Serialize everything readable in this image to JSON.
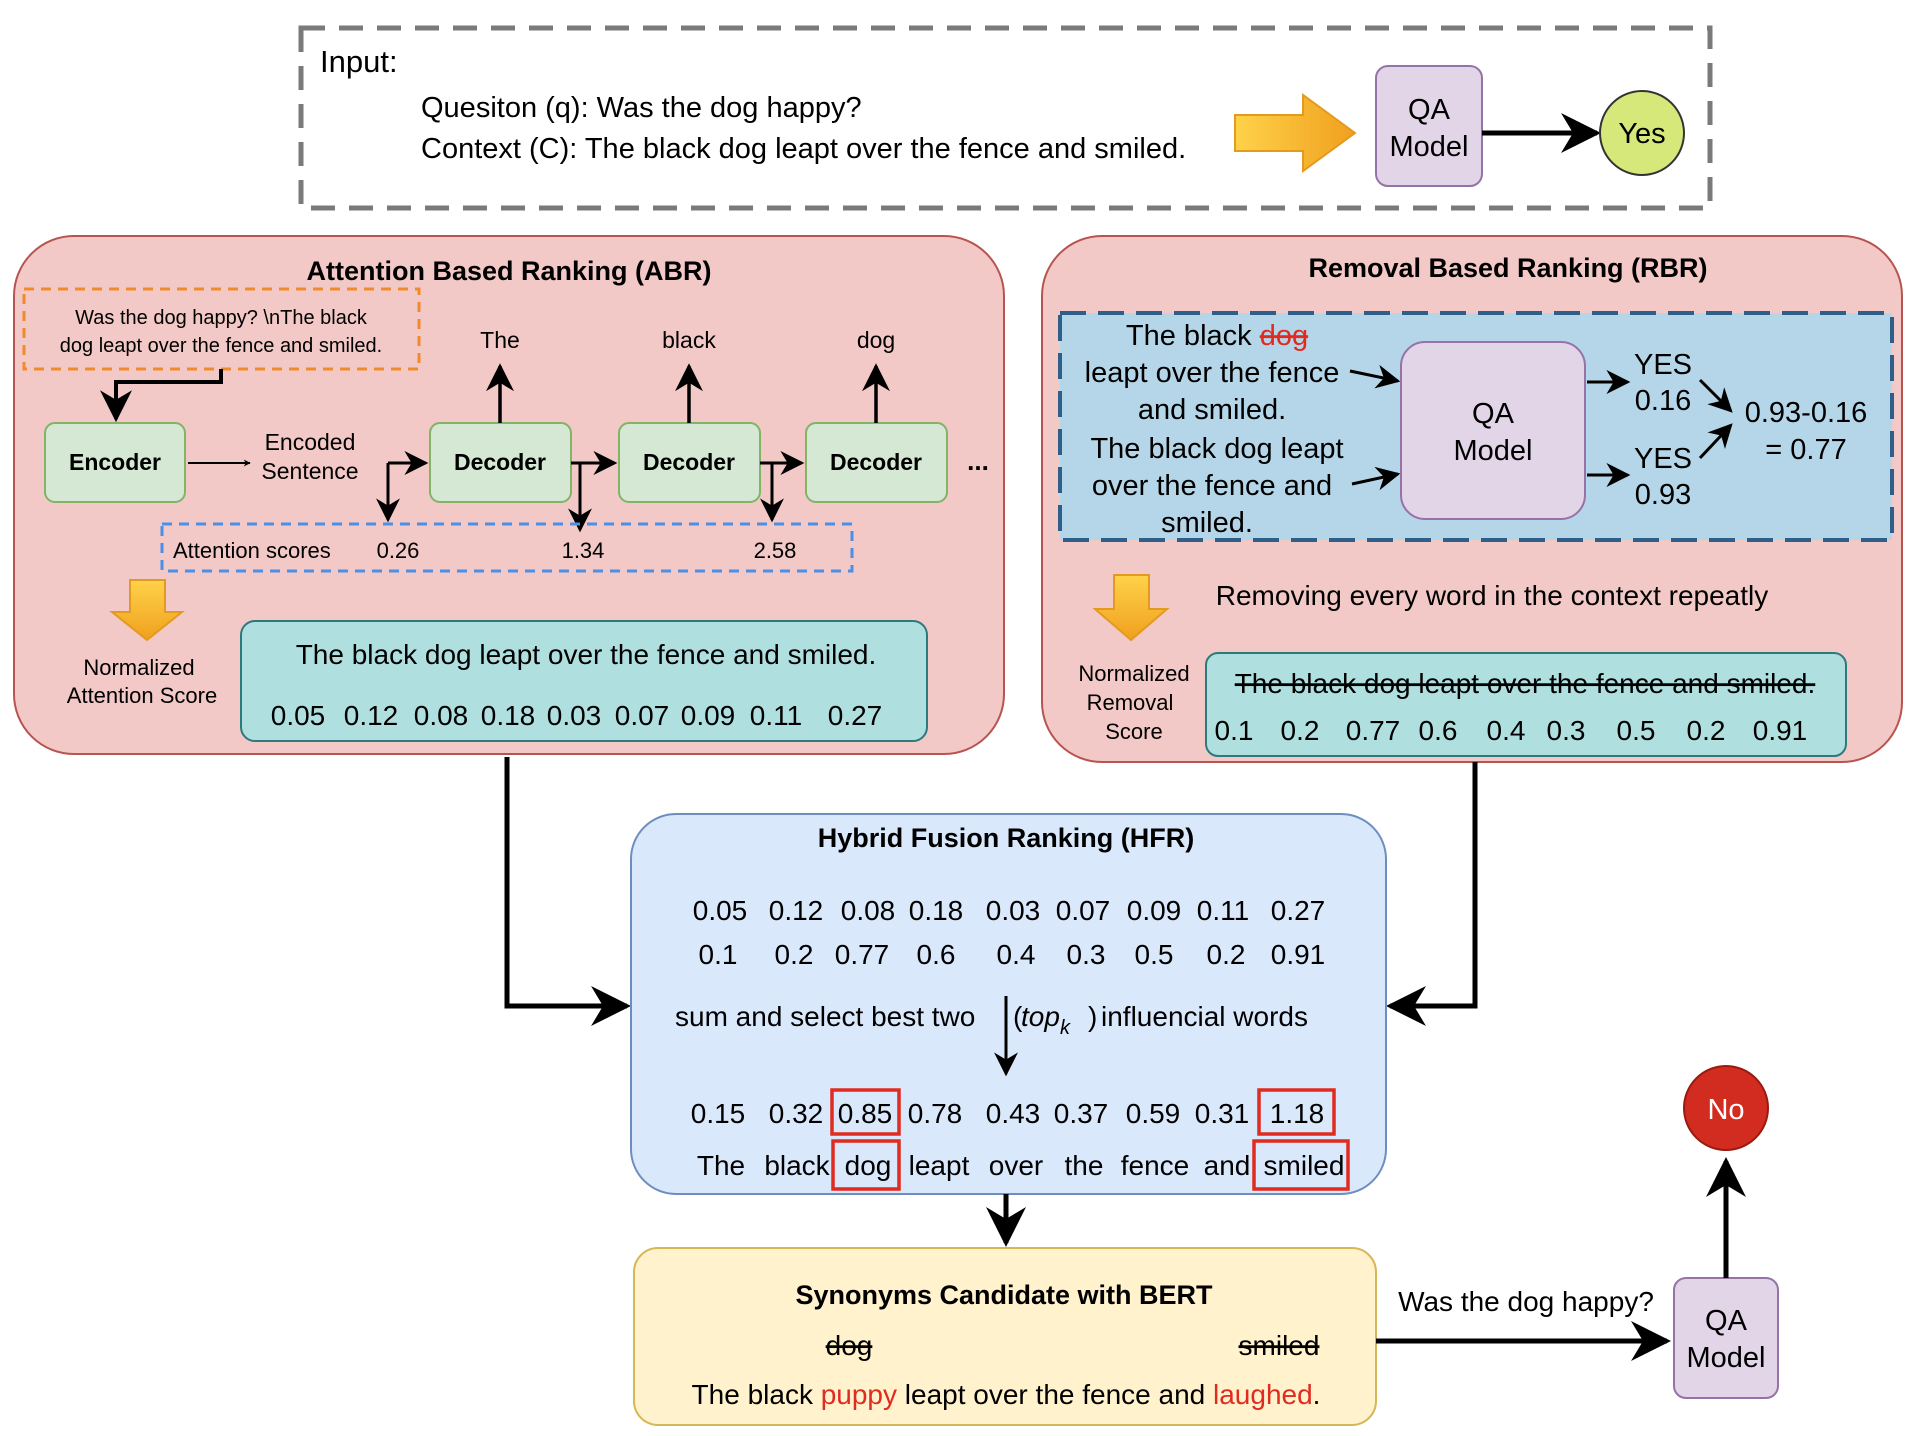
{
  "input": {
    "label": "Input:",
    "question": "Quesiton (q): Was the dog happy?",
    "context": "Context (C): The black dog leapt over the fence and smiled.",
    "model_l1": "QA",
    "model_l2": "Model",
    "answer": "Yes"
  },
  "abr": {
    "title": "Attention Based Ranking (ABR)",
    "input_l1": "Was the dog happy? \\nThe black",
    "input_l2": "dog leapt over the fence and smiled.",
    "encoder": "Encoder",
    "encoded_l1": "Encoded",
    "encoded_l2": "Sentence",
    "decoder": "Decoder",
    "outputs": [
      "The",
      "black",
      "dog"
    ],
    "ellipsis": "...",
    "attention_label": "Attention scores",
    "attention_values": [
      "0.26",
      "1.34",
      "2.58"
    ],
    "norm_l1": "Normalized",
    "norm_l2": "Attention Score",
    "sentence": "The black dog leapt over the fence and smiled.",
    "scores": [
      "0.05",
      "0.12",
      "0.08",
      "0.18",
      "0.03",
      "0.07",
      "0.09",
      "0.11",
      "0.27"
    ]
  },
  "rbr": {
    "title": "Removal Based Ranking (RBR)",
    "s1_a": "The black ",
    "s1_removed": "dog",
    "s1_l2": "leapt over the fence",
    "s1_l3": "and smiled.",
    "s2_l1": "The black dog leapt",
    "s2_l2": "over the fence and",
    "s2_l3": "smiled.",
    "model_l1": "QA",
    "model_l2": "Model",
    "out1_l1": "YES",
    "out1_l2": "0.16",
    "out2_l1": "YES",
    "out2_l2": "0.93",
    "calc_l1": "0.93-0.16",
    "calc_l2": "= 0.77",
    "note": "Removing every word in the context repeatly",
    "norm_l1": "Normalized",
    "norm_l2": "Removal",
    "norm_l3": "Score",
    "sentence": "The black dog leapt over the fence and smiled.",
    "scores": [
      "0.1",
      "0.2",
      "0.77",
      "0.6",
      "0.4",
      "0.3",
      "0.5",
      "0.2",
      "0.91"
    ]
  },
  "hfr": {
    "title": "Hybrid Fusion Ranking (HFR)",
    "row1": [
      "0.05",
      "0.12",
      "0.08",
      "0.18",
      "0.03",
      "0.07",
      "0.09",
      "0.11",
      "0.27"
    ],
    "row2": [
      "0.1",
      "0.2",
      "0.77",
      "0.6",
      "0.4",
      "0.3",
      "0.5",
      "0.2",
      "0.91"
    ],
    "step_a": "sum and select best two",
    "step_topk": "top",
    "step_k": "k",
    "step_b": "influencial words",
    "sums": [
      "0.15",
      "0.32",
      "0.85",
      "0.78",
      "0.43",
      "0.37",
      "0.59",
      "0.31",
      "1.18"
    ],
    "words": [
      "The",
      "black",
      "dog",
      "leapt",
      "over",
      "the",
      "fence",
      "and",
      "smiled"
    ]
  },
  "syn": {
    "title": "Synonyms Candidate with BERT",
    "orig1": "dog",
    "orig2": "smiled",
    "s_a": "The black ",
    "s_r1": "puppy",
    "s_b": " leapt over the fence and ",
    "s_r2": "laughed",
    "s_c": "."
  },
  "final": {
    "question": "Was the dog happy?",
    "model_l1": "QA",
    "model_l2": "Model",
    "answer": "No"
  },
  "colors": {
    "rank_panel": "#f2c9c6",
    "rank_border": "#b85450",
    "green_box": "#d5e8d4",
    "green_border": "#82b366",
    "teal_box": "#b0dfe0",
    "rbr_inner": "#b4d6e8",
    "hfr_panel": "#dae8fc",
    "hfr_border": "#6c8ebf",
    "syn_panel": "#fff2cc",
    "syn_border": "#d6b656",
    "model_box": "#e1d5e7",
    "model_border": "#9673a6",
    "yes_circle": "#d6e87a",
    "no_circle": "#d12c1f",
    "highlight": "#e02b20",
    "orange_arrow": "#f5a623"
  }
}
